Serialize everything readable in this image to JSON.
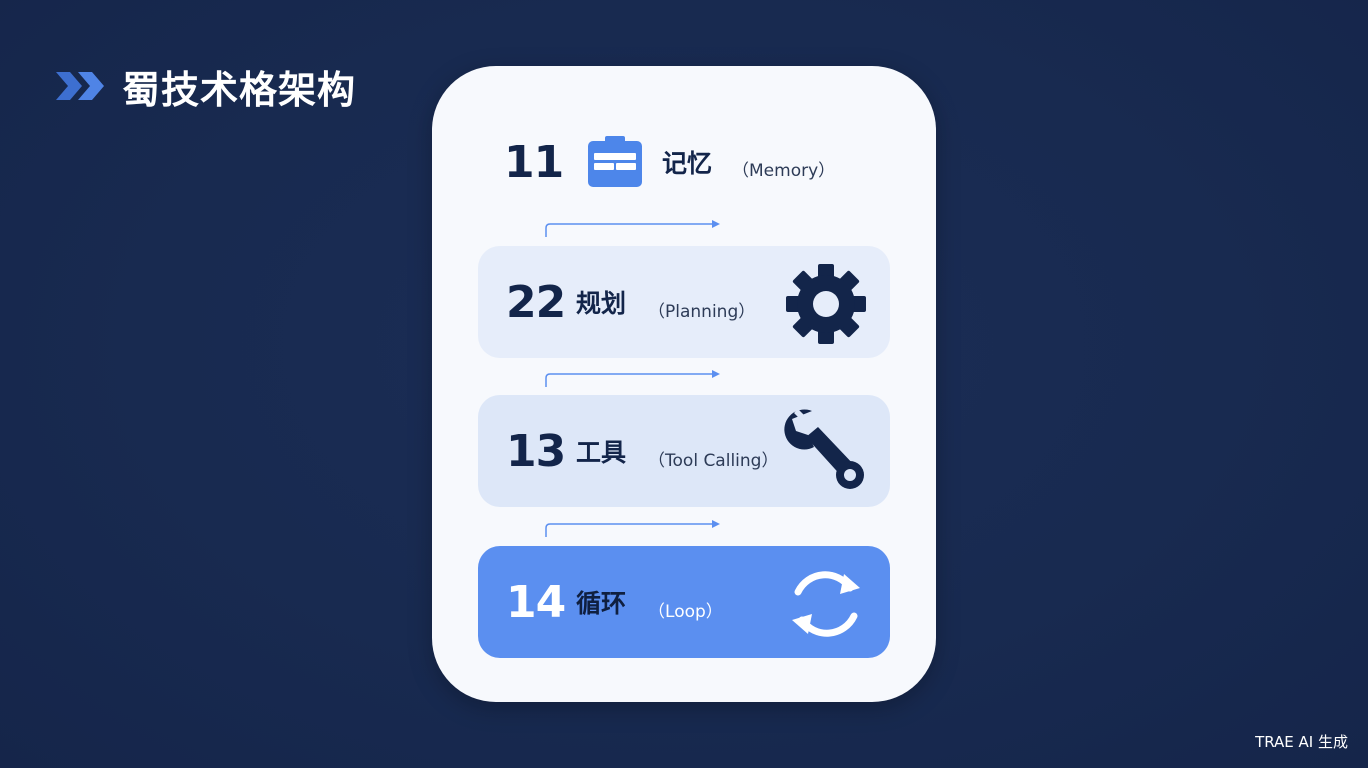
{
  "header": {
    "title": "蜀技术格架构"
  },
  "items": [
    {
      "number": "11",
      "label_cn": "记忆",
      "label_en": "（Memory）",
      "icon": "memory-icon"
    },
    {
      "number": "22",
      "label_cn": "规划",
      "label_en": "（Planning）",
      "icon": "gear-icon"
    },
    {
      "number": "13",
      "label_cn": "工具",
      "label_en": "（Tool Calling）",
      "icon": "wrench-icon"
    },
    {
      "number": "14",
      "label_cn": "循环",
      "label_en": "（Loop）",
      "icon": "loop-icon"
    }
  ],
  "colors": {
    "background": "#18294f",
    "card": "#f7f9fd",
    "accent": "#5b8ff0",
    "dark_text": "#13254a",
    "icon_dark": "#13254a",
    "connector": "#5b8ff0"
  },
  "watermark": "TRAE AI 生成"
}
